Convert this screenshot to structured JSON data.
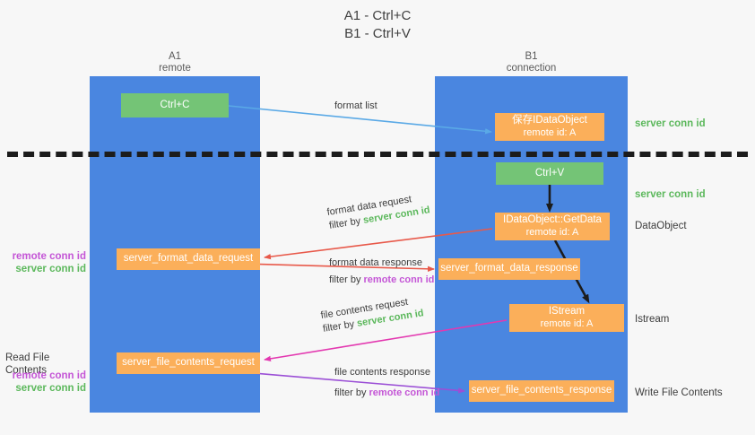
{
  "title": {
    "line1": "A1 - Ctrl+C",
    "line2": "B1 - Ctrl+V"
  },
  "lanes": [
    {
      "name": "A1",
      "sub": "remote"
    },
    {
      "name": "B1",
      "sub": "connection"
    }
  ],
  "boxes": {
    "ctrl_c": {
      "label": "Ctrl+C",
      "color": "#74c476"
    },
    "save_dataobject": {
      "line1": "保存IDataObject",
      "line2": "remote id: A",
      "color": "#fbaf5a"
    },
    "ctrl_v": {
      "label": "Ctrl+V",
      "color": "#74c476"
    },
    "get_data": {
      "line1": "IDataObject::GetData",
      "line2": "remote id: A",
      "color": "#fbaf5a"
    },
    "istream": {
      "line1": "IStream",
      "line2": "remote id: A",
      "color": "#fbaf5a"
    },
    "format_data_request": {
      "label": "server_format_data_request",
      "color": "#fbaf5a"
    },
    "format_data_response": {
      "label": "server_format_data_response",
      "color": "#fbaf5a"
    },
    "file_contents_request": {
      "label": "server_file_contents_request",
      "color": "#fbaf5a"
    },
    "file_contents_response": {
      "label": "server_file_contents_response",
      "color": "#fbaf5a"
    }
  },
  "annotations": {
    "format_list": "format list",
    "format_data_request": "format data request",
    "format_data_request_filter_prefix": "filter by ",
    "format_data_request_filter_value": "server conn id",
    "format_data_response": "format data response",
    "format_data_response_filter_prefix": "filter by ",
    "format_data_response_filter_value": "remote conn id",
    "file_contents_request": "file contents request",
    "file_contents_request_filter_prefix": "filter by ",
    "file_contents_request_filter_value": "server conn id",
    "file_contents_response": "file contents response",
    "file_contents_response_filter_prefix": "filter by ",
    "file_contents_response_filter_value": "remote conn id"
  },
  "right_labels": {
    "server_conn_id_top": "server conn id",
    "server_conn_id_mid": "server conn id",
    "dataobject": "DataObject",
    "istream": "Istream",
    "write_file_contents": "Write File Contents"
  },
  "left_labels": {
    "remote_conn_id_top": "remote conn id",
    "server_conn_id_top": "server conn id",
    "read_file_contents": "Read File Contents",
    "remote_conn_id_bottom": "remote conn id",
    "server_conn_id_bottom": "server conn id"
  },
  "colors": {
    "lane": "#4a86e0",
    "green_box": "#74c476",
    "orange_box": "#fbaf5a",
    "remote_conn_id": "#c455d6",
    "server_conn_id": "#5cb85c",
    "wire_blue": "#5aa9e6",
    "wire_red": "#e8594a",
    "wire_magenta": "#e338b0",
    "wire_purple": "#9b4fd6",
    "wire_black": "#1c1c1c",
    "divider": "#1c1c1c",
    "background": "#f7f7f7"
  }
}
